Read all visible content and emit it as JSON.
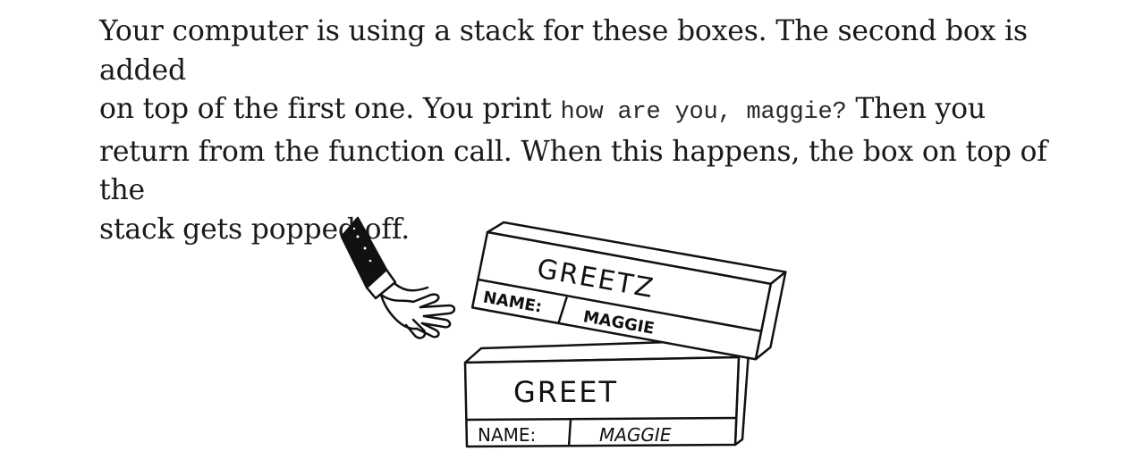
{
  "paragraph": {
    "line1": "Your computer is using a stack for these boxes. The second box is added",
    "line2_pre": "on top of the first one. You print ",
    "line2_code": "how are you, maggie?",
    "line2_post": " Then you",
    "line3": "return from the function call. When this happens, the box on top of the",
    "line4": "stack gets popped off."
  },
  "illustration": {
    "top_box": {
      "title": "GREETZ",
      "field_label": "NAME:",
      "field_value": "MAGGIE"
    },
    "bottom_box": {
      "title": "GREET",
      "field_label": "NAME:",
      "field_value": "MAGGIE"
    }
  }
}
